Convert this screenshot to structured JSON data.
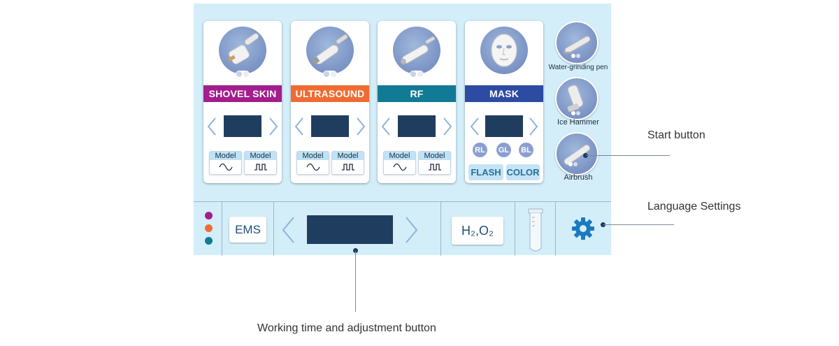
{
  "cards": [
    {
      "label": "SHOVEL SKIN",
      "color": "#a31d8e",
      "model_label": "Model"
    },
    {
      "label": "ULTRASOUND",
      "color": "#ef6b33",
      "model_label": "Model"
    },
    {
      "label": "RF",
      "color": "#117a95",
      "model_label": "Model"
    },
    {
      "label": "MASK",
      "color": "#2e4ba3",
      "buttons": [
        "RL",
        "GL",
        "BL"
      ],
      "flash": "FLASH",
      "color_btn": "COLOR"
    }
  ],
  "side_tools": [
    {
      "label": "Water-grinding pen"
    },
    {
      "label": "Ice Hammer"
    },
    {
      "label": "Airbrush"
    }
  ],
  "bottom_bar": {
    "ems": "EMS",
    "h2o2": "H₂,O₂",
    "dot_colors": [
      "#a31d8e",
      "#ef6b33",
      "#117a95"
    ],
    "icons": [
      "left-chevron-icon",
      "right-chevron-icon",
      "test-tube-icon",
      "gear-icon"
    ]
  },
  "annotations": {
    "start_button": "Start button",
    "language_settings": "Language Settings",
    "working_time": "Working time and adjustment button"
  },
  "colors": {
    "screen_bg": "#d3eef9",
    "display": "#1f3d5f",
    "accent": "#1a7abf"
  }
}
